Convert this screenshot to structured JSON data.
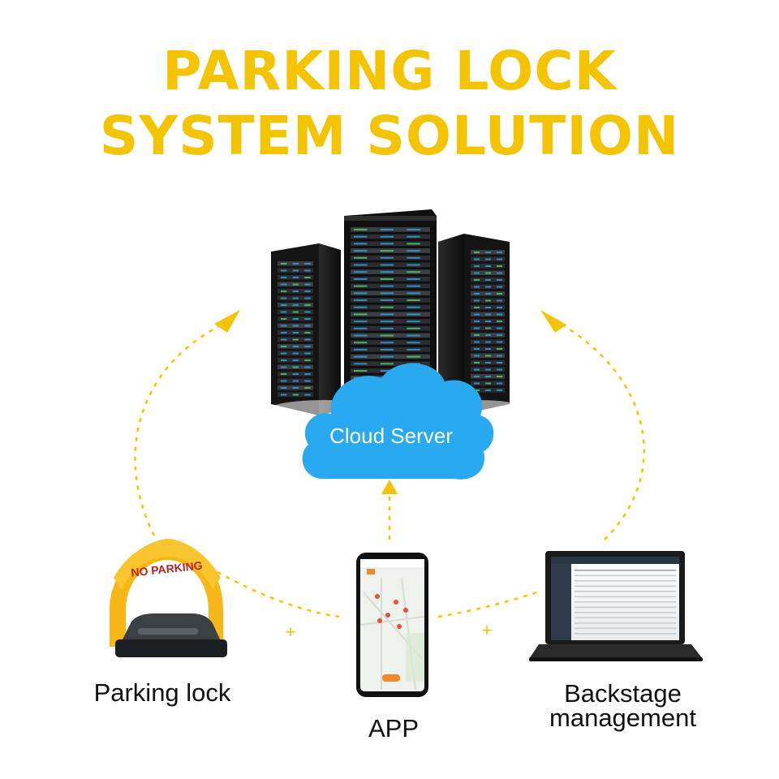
{
  "title": {
    "line1": "PARKING LOCK",
    "line2": "SYSTEM SOLUTION"
  },
  "cloud": {
    "label": "Cloud Server"
  },
  "parking_lock": {
    "sign": "NO PARKING",
    "label": "Parking lock"
  },
  "app": {
    "label": "APP"
  },
  "backstage": {
    "label_line1": "Backstage",
    "label_line2": "management"
  },
  "connectors": {
    "plus": "+"
  },
  "colors": {
    "accent": "#f5c400",
    "cloud": "#29a9ef",
    "server": "#1c1c1c",
    "lock_yellow": "#f7b718"
  }
}
